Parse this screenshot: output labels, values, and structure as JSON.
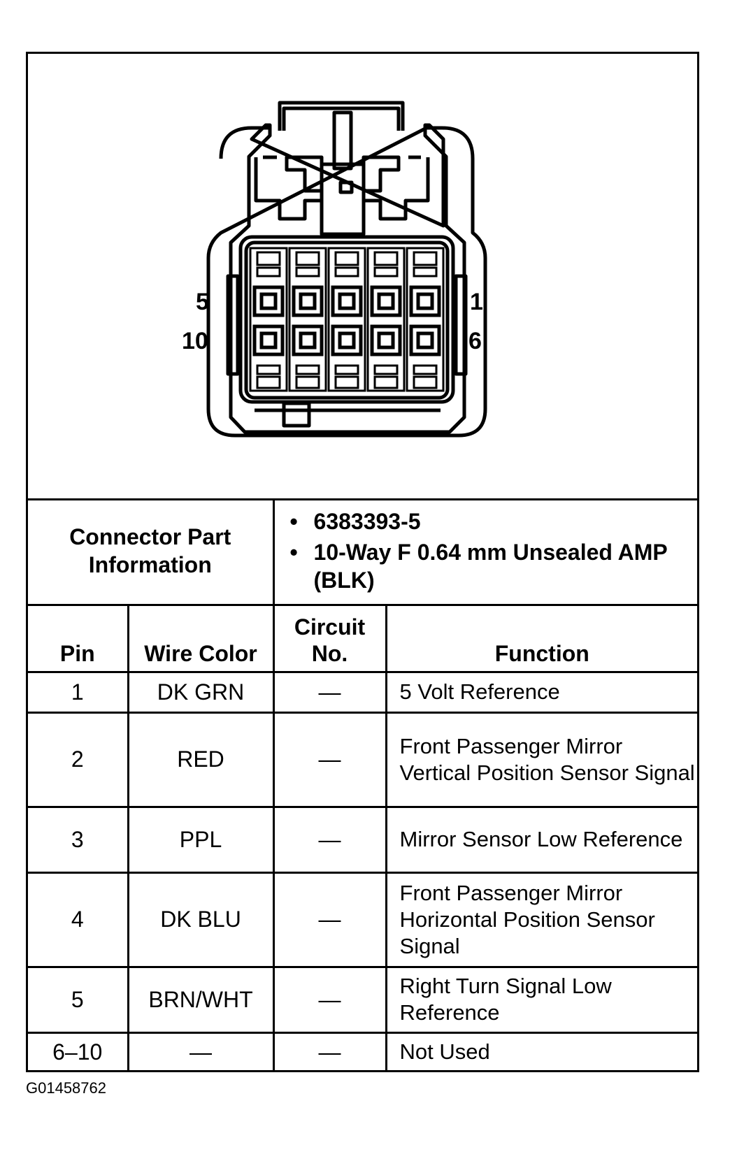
{
  "connector": {
    "pin_labels": {
      "top_left": "5",
      "bottom_left": "10",
      "top_right": "1",
      "bottom_right": "6"
    }
  },
  "part_info": {
    "label": "Connector Part Information",
    "items": [
      "6383393-5",
      "10-Way F 0.64 mm Unsealed AMP (BLK)"
    ]
  },
  "table": {
    "headers": {
      "pin": "Pin",
      "wire_color": "Wire Color",
      "circuit_no": "Circuit No.",
      "function": "Function"
    },
    "rows": [
      {
        "pin": "1",
        "wire_color": "DK GRN",
        "circuit_no": "—",
        "function": "5 Volt Reference"
      },
      {
        "pin": "2",
        "wire_color": "RED",
        "circuit_no": "—",
        "function": "Front Passenger Mirror Vertical Position Sensor Signal"
      },
      {
        "pin": "3",
        "wire_color": "PPL",
        "circuit_no": "—",
        "function": "Mirror Sensor Low Reference"
      },
      {
        "pin": "4",
        "wire_color": "DK BLU",
        "circuit_no": "—",
        "function": "Front Passenger Mirror Horizontal Position Sensor Signal"
      },
      {
        "pin": "5",
        "wire_color": "BRN/WHT",
        "circuit_no": "—",
        "function": "Right Turn Signal Low Reference"
      },
      {
        "pin": "6–10",
        "wire_color": "—",
        "circuit_no": "—",
        "function": "Not Used"
      }
    ]
  },
  "doc_id": "G01458762"
}
